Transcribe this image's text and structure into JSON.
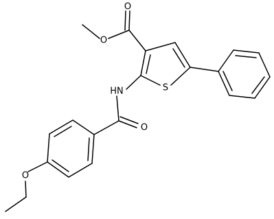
{
  "molecule": {
    "atom_labels": {
      "carbonyl_oxygen_ester": "O",
      "ester_oxygen": "O",
      "ring_sulfur": "S",
      "amide_nitrogen": "HN",
      "amide_oxygen": "O",
      "ether_oxygen": "O"
    },
    "colors": {
      "bond": "#000000",
      "background": "#ffffff"
    }
  }
}
